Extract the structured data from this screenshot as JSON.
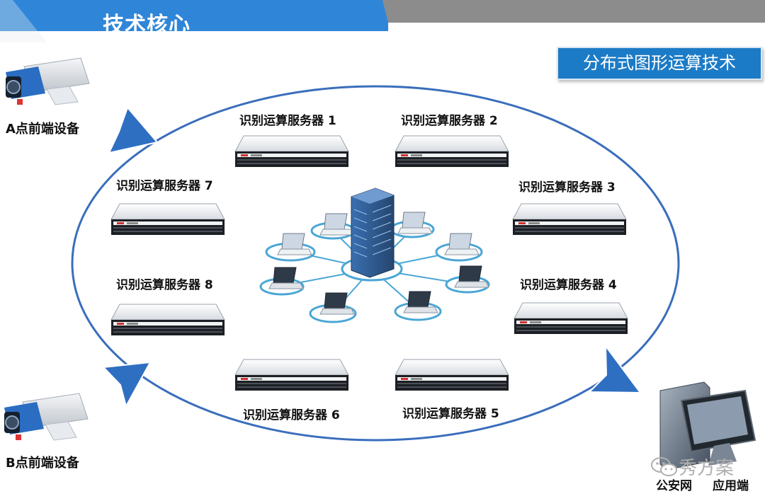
{
  "header": {
    "title": "技术核心"
  },
  "badge": {
    "label": "分布式图形运算技术"
  },
  "front_ends": {
    "a": "A点前端设备",
    "b": "B点前端设备"
  },
  "servers": [
    "识别运算服务器 1",
    "识别运算服务器 2",
    "识别运算服务器 3",
    "识别运算服务器 4",
    "识别运算服务器 5",
    "识别运算服务器 6",
    "识别运算服务器 7",
    "识别运算服务器 8"
  ],
  "destination": {
    "left": "公安网",
    "right": "应用端"
  },
  "watermark": {
    "text": "秀方案"
  },
  "colors": {
    "header_blue": "#2f86d8",
    "header_gray": "#8c8c8c",
    "loop_blue": "#3a6ebc",
    "arrow_blue": "#2f6fc2",
    "badge_blue": "#1c7bc6"
  }
}
